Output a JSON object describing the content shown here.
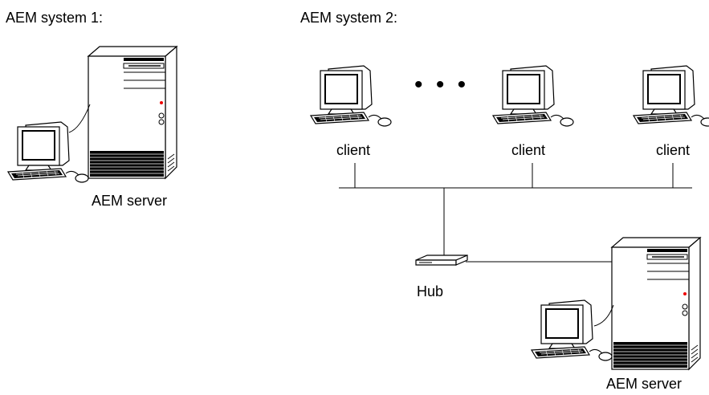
{
  "system1": {
    "title": "AEM system 1:",
    "server_label": "AEM server"
  },
  "system2": {
    "title": "AEM system 2:",
    "clients": [
      "client",
      "client",
      "client"
    ],
    "ellipsis": "• • •",
    "hub_label": "Hub",
    "server_label": "AEM server"
  },
  "colors": {
    "line": "#000000",
    "fill": "#ffffff",
    "screen": "#ffffff",
    "shade": "#000000"
  }
}
